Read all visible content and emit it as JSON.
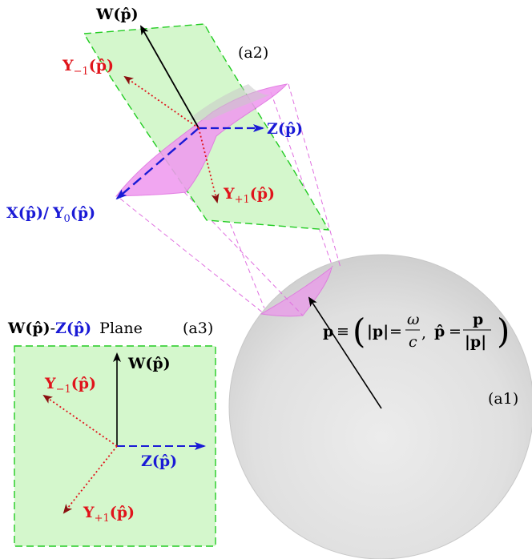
{
  "labels": {
    "W": "W",
    "Z": "Z",
    "X": "X",
    "Y": "Y",
    "p": "p",
    "paren_p_hat": "(p̂)",
    "sub_minus1": "−1",
    "sub_plus1": "+1",
    "sub_0": "0",
    "slash": "/",
    "panel_a1": "(a1)",
    "panel_a2": "(a2)",
    "panel_a3": "(a3)",
    "plane_word": "Plane",
    "dash": "-"
  },
  "equation": {
    "equiv": "≡",
    "abs_p": "|p|",
    "eq": "=",
    "omega": "ω",
    "c": "c",
    "comma": ",",
    "p_hat": "p̂",
    "open": "(",
    "close": ")"
  },
  "colors": {
    "red": "#e0141b",
    "blue": "#1a1ad6",
    "black": "#000000",
    "green_fill": "#d4f7cc",
    "green_dash": "#22cc22",
    "magenta_fill": "#f09af0",
    "magenta_dash": "#e060e0",
    "sphere": "#e3e3e3"
  }
}
